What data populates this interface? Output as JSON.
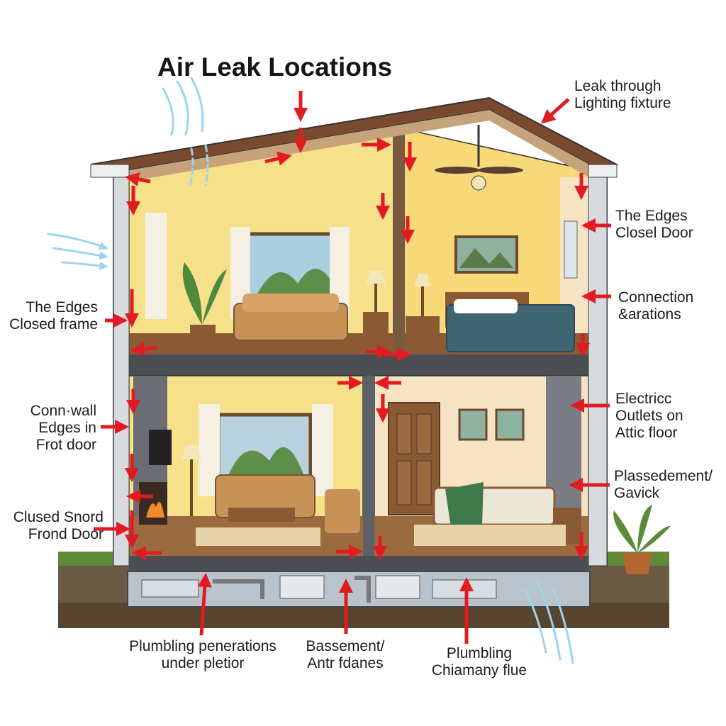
{
  "title": "Air Leak Locations",
  "labels": {
    "lighting_fixture": "Leak through\nLighting fixture",
    "edges_closed_door": "The Edges\nClosel Door",
    "connection_separations": "Connection\n&arations",
    "edges_closed_frame": "The Edges\nClosed frame",
    "conn_wall_edges": "Conn·wall\nEdges in\nFrot door",
    "electric_outlets": "Electricc\nOutlets on\nAttic floor",
    "plassedement_gavick": "Plassedement/\nGavick",
    "clused_snord": "Clused Snord\nFrond Door",
    "plumbing_penetrations": "Plumbling penerations\nunder pletior",
    "basement_antrfdanes": "Bassement/\nAntr fdanes",
    "plumbing_chimney": "Plumbling\nChiamany flue"
  },
  "colors": {
    "arrow": "#e21b23",
    "wall_yellow": "#f7e08a",
    "wall_cream": "#f5e3c4",
    "floor_band": "#4a4d52",
    "roof": "#7a4a2e",
    "draft": "#9fd3ee"
  }
}
